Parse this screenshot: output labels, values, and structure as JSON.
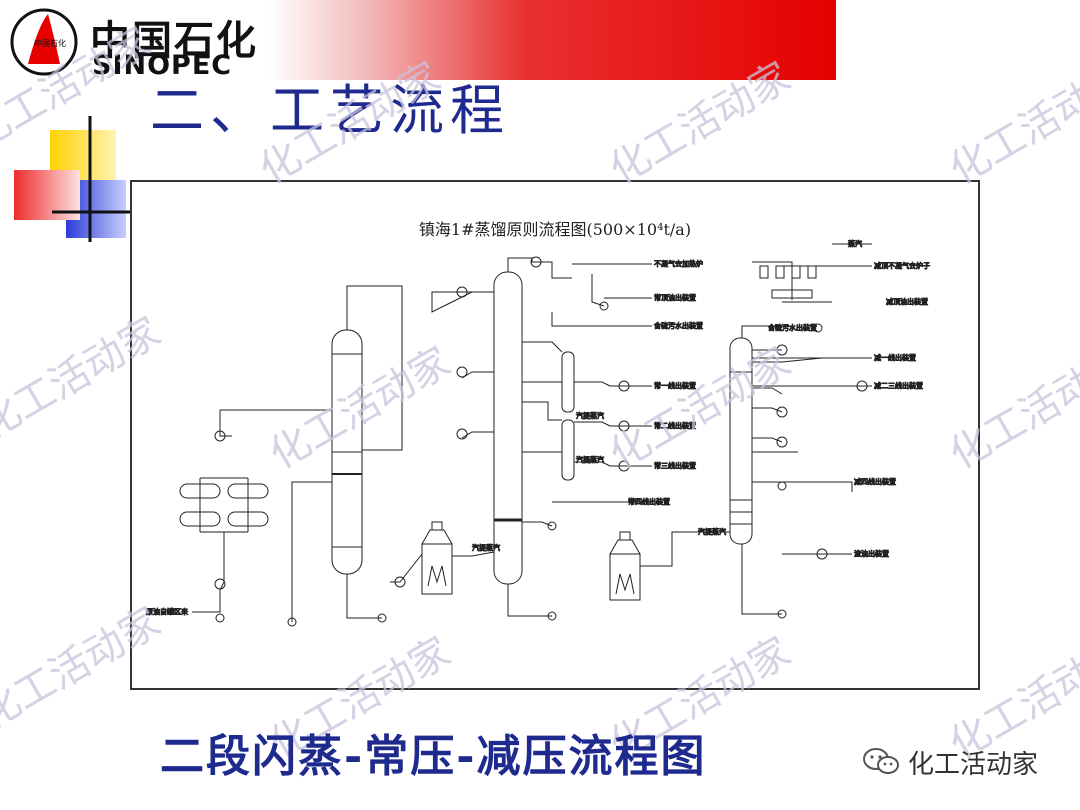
{
  "brand": {
    "name_cn": "中国石化",
    "name_en": "SINOPEC",
    "logo_text": "中国石化"
  },
  "slide": {
    "title": "二、工艺流程",
    "caption": "二段闪蒸-常压-减压流程图"
  },
  "diagram": {
    "title": "镇海1#蒸馏原则流程图(500×10⁴t/a)",
    "labels": {
      "crude_from_tank": "原油自罐区来",
      "non_condensable_to_furnace": "不凝气去加热炉",
      "atm_top_oil_out": "常顶油出装置",
      "sour_water_out": "含硫污水出装置",
      "atm_1st_side_out": "常一线出装置",
      "stripping_steam_1": "汽提蒸汽",
      "atm_2nd_side_out": "常二线出装置",
      "stripping_steam_2": "汽提蒸汽",
      "atm_3rd_side_out": "常三线出装置",
      "atm_residue_out": "常四线出装置",
      "bottom_steam_1": "汽提蒸汽",
      "steam_in": "蒸汽",
      "vac_noncondensable": "减顶不凝气去炉子",
      "vac_top_oil_out": "减顶油出装置",
      "vac_sour_water": "含硫污水出装置",
      "vac_1st_side_out": "减一线出装置",
      "vac_23_side_out": "减二三线出装置",
      "vac_4th_side_out": "减四线出装置",
      "bottom_steam_2": "汽提蒸汽",
      "vac_residue_out": "渣油出装置"
    }
  },
  "watermark": {
    "text": "化工活动家"
  },
  "account": {
    "name": "化工活动家",
    "icon": "wechat-icon"
  },
  "colors": {
    "title_blue": "#1f2a8f",
    "brand_red": "#e60000",
    "watermark": "#c9c3dc"
  }
}
